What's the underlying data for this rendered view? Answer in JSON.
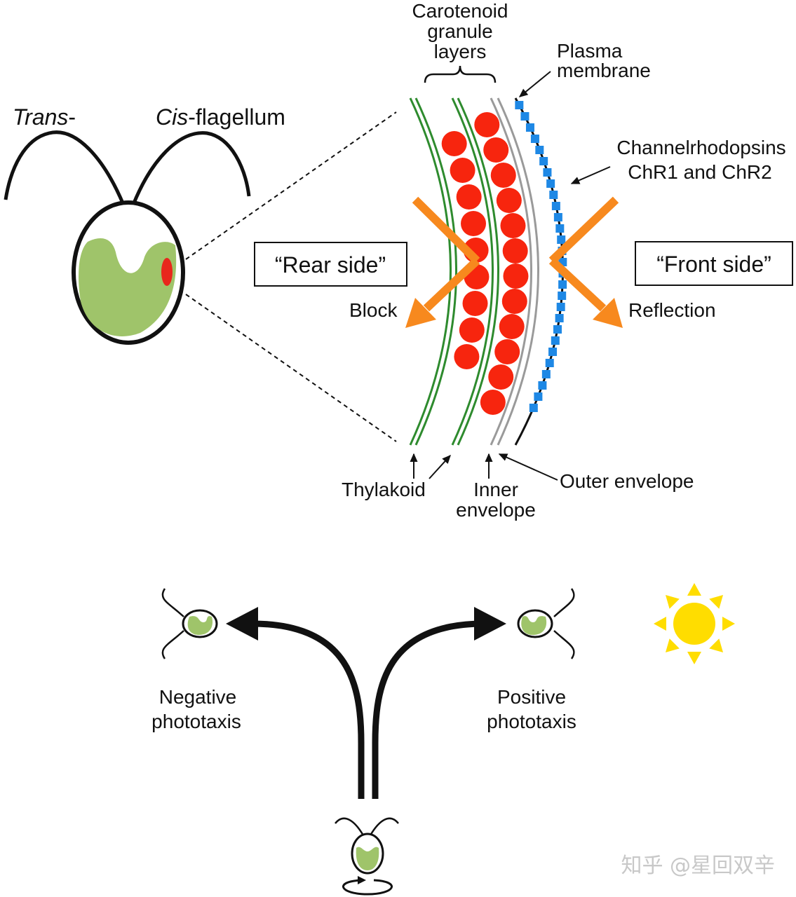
{
  "labels": {
    "trans_prefix": "Trans",
    "trans_suffix": "-",
    "cis_prefix": "Cis",
    "cis_suffix": "-flagellum",
    "carotenoid_1": "Carotenoid",
    "carotenoid_2": "granule",
    "carotenoid_3": "layers",
    "plasma_1": "Plasma",
    "plasma_2": "membrane",
    "chr_1": "Channelrhodopsins",
    "chr_2": "ChR1 and ChR2",
    "rear_side": "“Rear side”",
    "front_side": "“Front side”",
    "block": "Block",
    "reflection": "Reflection",
    "thylakoid": "Thylakoid",
    "inner_1": "Inner",
    "inner_2": "envelope",
    "outer_envelope": "Outer envelope",
    "negative_1": "Negative",
    "negative_2": "phototaxis",
    "positive_1": "Positive",
    "positive_2": "phototaxis",
    "watermark": "知乎 @星回双辛"
  },
  "colors": {
    "chloroplast": "#9fc46a",
    "eyespot": "#e8271c",
    "granule": "#f7250e",
    "thylakoid": "#2e8b2e",
    "envelope": "#9a9a9a",
    "channelrhodopsin": "#1e88e5",
    "light_arrow": "#f7891e",
    "sun": "#ffdd00"
  }
}
